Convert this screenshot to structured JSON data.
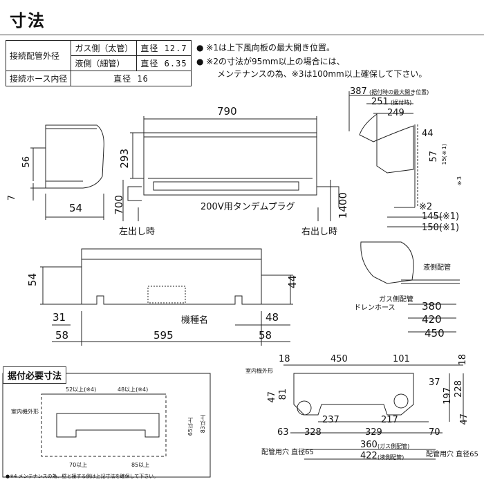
{
  "title": "寸法",
  "spec_table": [
    {
      "label": "接続配管外径",
      "sub": "ガス側（太管）",
      "value": "直径 12.7"
    },
    {
      "label": "",
      "sub": "液側（細管）",
      "value": "直径 6.35"
    },
    {
      "label": "接続ホース内径",
      "sub": "",
      "value": "直径 16"
    }
  ],
  "notes": [
    "● ※1は上下風向板の最大開き位置。",
    "● ※2の寸法が95mm以上の場合には、",
    "メンテナンスの為、※3は100mm以上確保して下さい。"
  ],
  "front": {
    "w790": "790",
    "h293": "293",
    "h700": "700",
    "h1400": "1400",
    "plug": "200V用タンデムプラグ",
    "left_out": "左出し時",
    "right_out": "右出し時"
  },
  "side_left": {
    "d56": "56",
    "d7": "7",
    "d54": "54"
  },
  "side_right": {
    "d387": "387",
    "d387_note": "(据付時の最大開き位置)",
    "d251": "251",
    "d251_note": "(据付時)",
    "d249": "249",
    "d44": "44",
    "d57": "57",
    "d15": "15(※1)",
    "d3": "※3",
    "d2": "※2",
    "d145": "145(※1)",
    "d150": "150(※1)"
  },
  "bottom": {
    "d54": "54",
    "d44": "44",
    "d31": "31",
    "d48": "48",
    "d58a": "58",
    "d595": "595",
    "d58b": "58",
    "model": "機種名"
  },
  "pipe_side": {
    "liquid": "液側配管",
    "gas": "ガス側配管",
    "drain": "ドレンホース",
    "d380": "380",
    "d420": "420",
    "d450": "450"
  },
  "install_box": {
    "header": "据付必要寸法",
    "top_left": "52以上(※4)",
    "top_right": "48以上(※4)",
    "outline": "室内機外形",
    "h65": "65以上",
    "h83": "83以上",
    "b70": "70以上",
    "b85": "85以上",
    "footnote": "●※4 メンテナンスの為、壁と接する側は上記寸法を確保して下さい。"
  },
  "plate": {
    "d18a": "18",
    "d450": "450",
    "d101": "101",
    "d18b": "18",
    "outline": "室内機外形",
    "d37": "37",
    "d47a": "47",
    "d81": "81",
    "d197": "197",
    "d228": "228",
    "d237": "237",
    "d217": "217",
    "d63": "63",
    "d328": "328",
    "d329": "329",
    "d70": "70",
    "d47b": "47",
    "d360": "360",
    "d360_note": "(ガス側配管)",
    "d422": "422",
    "d422_note": "(液側配管)",
    "hole_l": "配管用穴 直径65",
    "hole_r": "配管用穴 直径65"
  }
}
